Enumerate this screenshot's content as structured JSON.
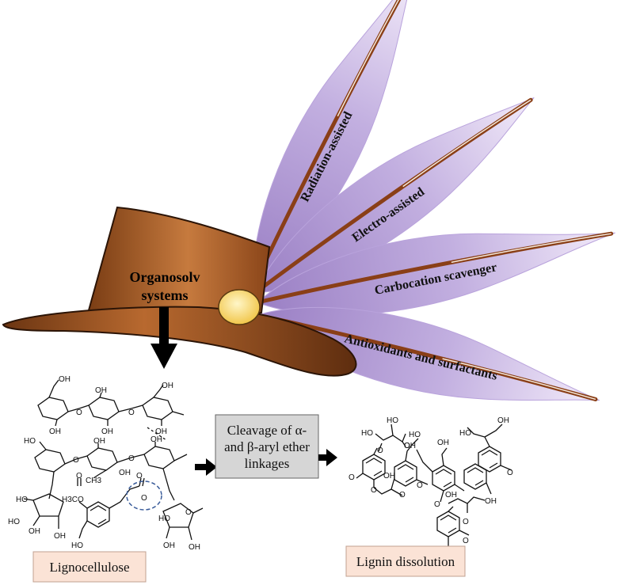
{
  "hat": {
    "label_line1": "Organosolv",
    "label_line2": "systems"
  },
  "feathers": [
    {
      "label": "Radiation-assisted"
    },
    {
      "label": "Electro-assisted"
    },
    {
      "label": "Carbocation scavenger"
    },
    {
      "label": "Antioxidants and surfactants"
    }
  ],
  "process_box": {
    "line1": "Cleavage of α-",
    "line2": "and β-aryl ether",
    "line3": "linkages"
  },
  "lignocellulose_box": {
    "label": "Lignocellulose"
  },
  "lignin_box": {
    "label": "Lignin dissolution"
  },
  "chem_labels": {
    "oh": "OH",
    "o": "O",
    "ho": "HO",
    "h3co": "H3CO",
    "ch3": "CH3"
  },
  "colors": {
    "hat_dark": "#6b3512",
    "hat_light": "#c4733a",
    "feather_light": "#efe6f8",
    "feather_dark": "#9a7fc4",
    "quill": "#8a3f17",
    "box_gray": "#d6d6d6",
    "box_peach": "#fbe3d6"
  }
}
